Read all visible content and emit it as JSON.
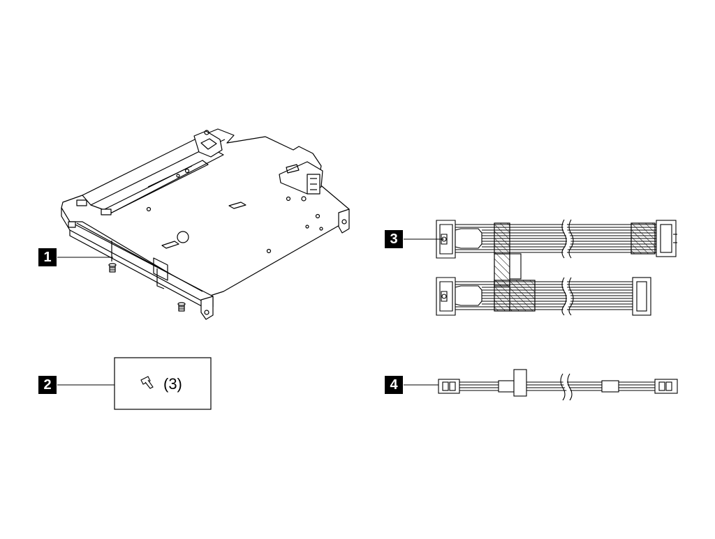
{
  "callouts": [
    {
      "label": "1"
    },
    {
      "label": "2"
    },
    {
      "label": "3"
    },
    {
      "label": "4"
    }
  ],
  "screw_quantity": "(3)",
  "colors": {
    "line": "#000000",
    "background": "#ffffff"
  }
}
